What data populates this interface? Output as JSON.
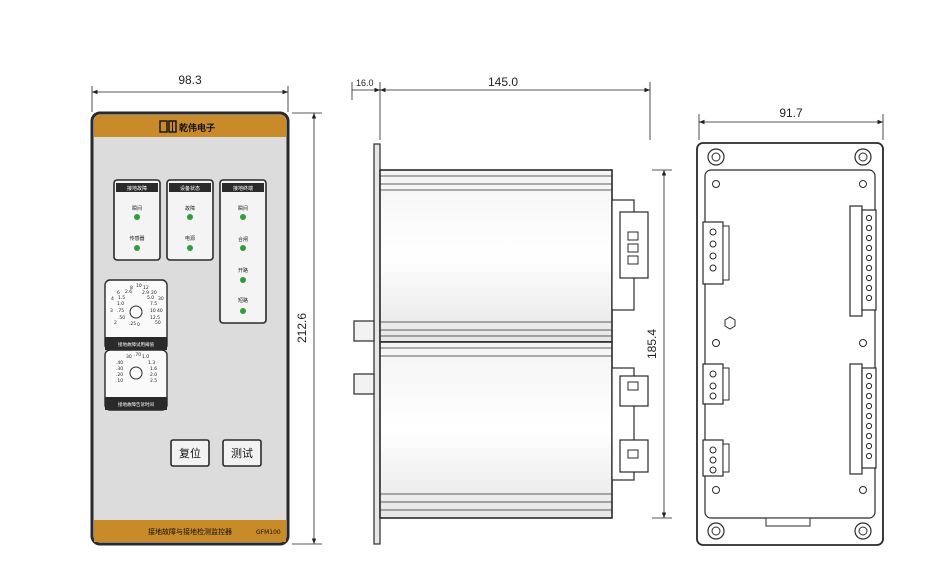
{
  "dimensions": {
    "front_width": "98.3",
    "front_height": "212.6",
    "side_flange": "16.0",
    "side_depth": "145.0",
    "side_height": "185.4",
    "rear_width": "91.7"
  },
  "front": {
    "brand": "乾伟电子",
    "panels": [
      {
        "title": "接地故障",
        "items": [
          "瞬间",
          "传感器"
        ]
      },
      {
        "title": "设备状态",
        "items": [
          "故障",
          "电源"
        ]
      },
      {
        "title": "接地终端",
        "items": [
          "瞬间",
          "合闸",
          "开路",
          "短路"
        ]
      }
    ],
    "dial1": {
      "caption": "接地故障试用阈值",
      "ticks": [
        "8",
        "10",
        "12",
        "6",
        "2.6",
        "2.9",
        "20",
        "4",
        "1.5",
        "5.0",
        "30",
        "1.0",
        "7.5",
        "3",
        ".75",
        "10",
        "40",
        "2",
        ".50",
        "12.5",
        "50",
        ".25",
        "0"
      ]
    },
    "dial2": {
      "caption": "接地故障告诉时间",
      "ticks": [
        "30",
        ".70",
        "1.0",
        ".40",
        "1.3",
        ".30",
        "1.6",
        ".20",
        "2.0",
        ".10",
        "2.5"
      ]
    },
    "reset_label": "复位",
    "test_label": "测试",
    "bottom_label": "接地故障与接地检测监控器",
    "model": "GFM100"
  },
  "colors": {
    "band": "#c98a2a",
    "panel": "#dcdcdc",
    "frame": "#2a2a2a",
    "led": "#2f9e3a"
  }
}
